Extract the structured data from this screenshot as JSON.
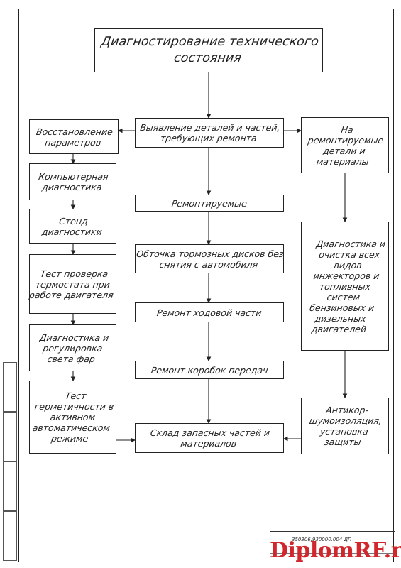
{
  "diagram": {
    "title": "Диагностирование технического состояния",
    "center_column": [
      "Выявление деталей и частей, требующих ремонта",
      "Ремонтируемые",
      "Обточка тормозных дисков без снятия с автомобиля",
      "Ремонт ходовой части",
      "Ремонт коробок передач",
      "Склад запасных частей и материалов"
    ],
    "left_column": [
      "Восстановление параметров",
      "Компьютерная диагностика",
      "Стенд диагностики",
      "Тест проверка термостата при работе двигателя",
      "Диагностика и регулировка света фар",
      "Тест герметичности в активном автоматическом режиме"
    ],
    "right_column": [
      "На ремонтируемые детали и материалы",
      "Диагностика и очистка всех видов инжекторов и топливных систем бензиновых и дизельных двигателей",
      "Антикор-шумоизоляция, установка защиты"
    ]
  },
  "title_block": {
    "document_code": "350306.930000.004 ДП"
  },
  "watermark": {
    "text": "DiplomRF.ru",
    "color": "#d0262c"
  }
}
